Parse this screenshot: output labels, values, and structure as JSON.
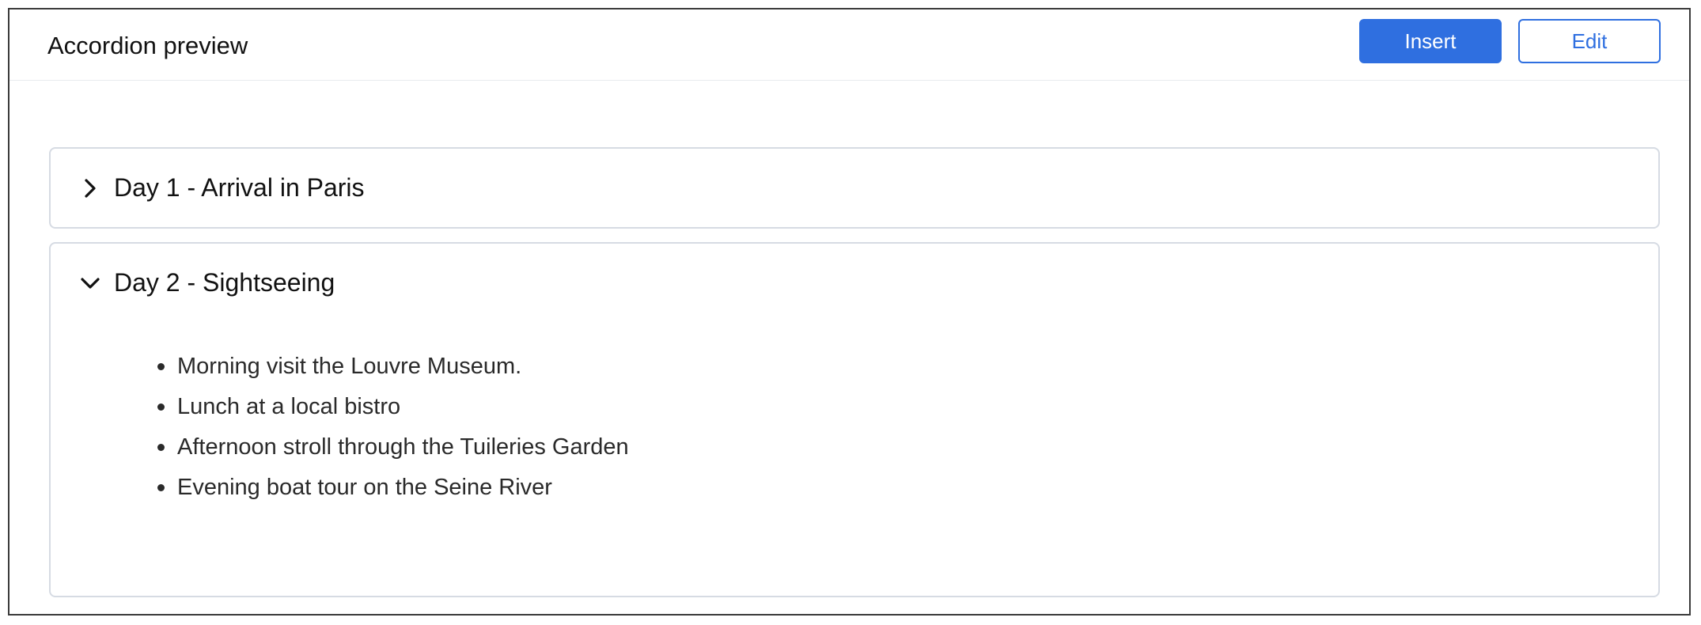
{
  "header": {
    "title": "Accordion preview",
    "insert_label": "Insert",
    "edit_label": "Edit"
  },
  "colors": {
    "accent": "#2f6fe0",
    "panel_border": "#d6dbe3",
    "text": "#111111"
  },
  "accordion": {
    "sections": [
      {
        "title": "Day 1 - Arrival in Paris",
        "expanded": false,
        "icon": "chevron-right-icon",
        "items": []
      },
      {
        "title": "Day 2 - Sightseeing",
        "expanded": true,
        "icon": "chevron-down-icon",
        "items": [
          "Morning visit the Louvre Museum.",
          "Lunch at a local bistro",
          "Afternoon stroll through the Tuileries Garden",
          "Evening boat tour on the Seine River"
        ]
      }
    ]
  }
}
